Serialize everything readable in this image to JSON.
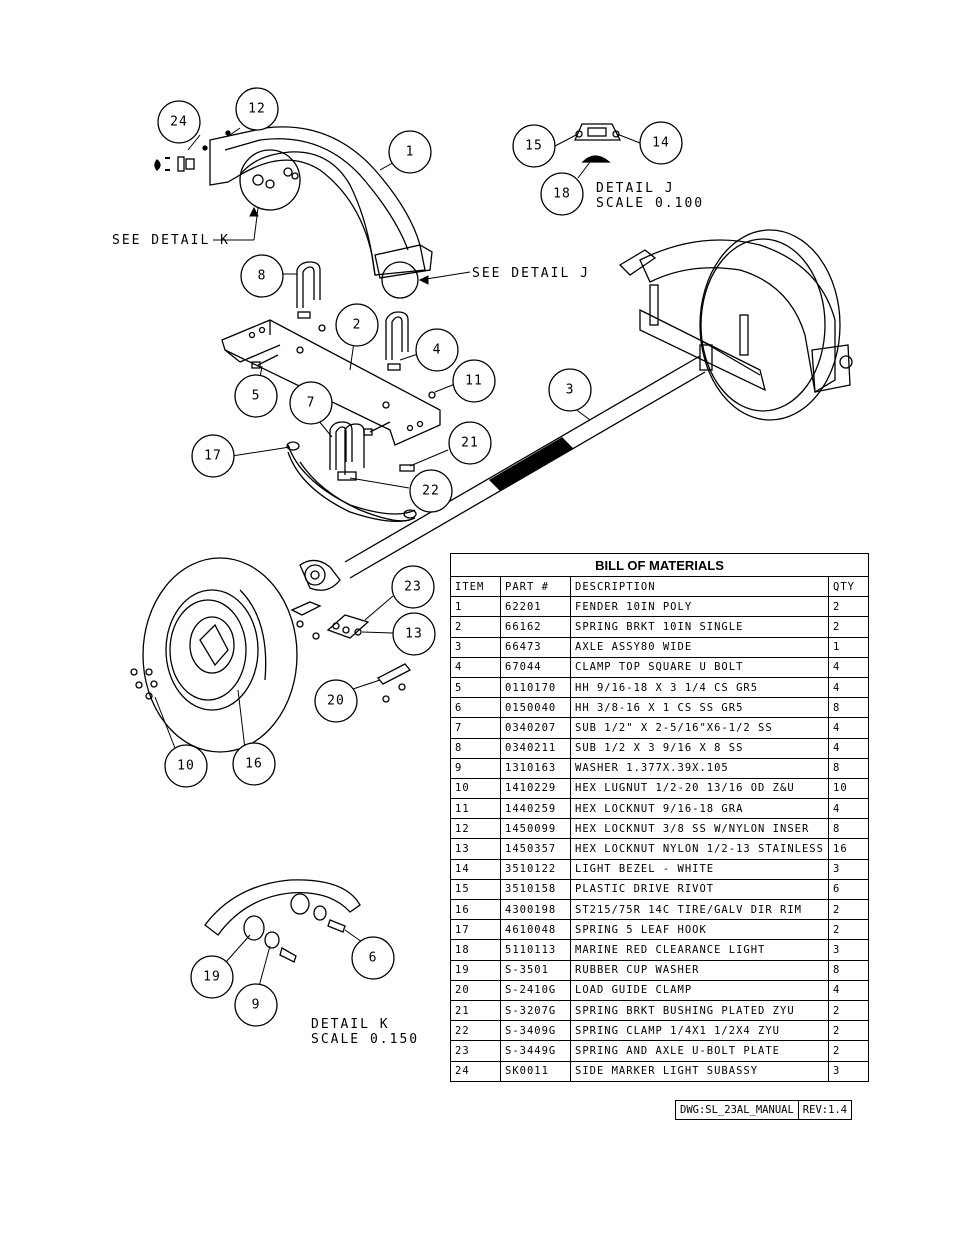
{
  "labels": {
    "see_detail_k": "SEE DETAIL  K",
    "see_detail_j": "SEE DETAIL  J",
    "detail_j_title": "DETAIL  J",
    "detail_j_scale": "SCALE  0.100",
    "detail_k_title": "DETAIL  K",
    "detail_k_scale": "SCALE  0.150"
  },
  "balloons": [
    "24",
    "12",
    "1",
    "15",
    "14",
    "18",
    "8",
    "2",
    "4",
    "11",
    "5",
    "7",
    "3",
    "21",
    "17",
    "22",
    "23",
    "13",
    "20",
    "10",
    "16",
    "6",
    "19",
    "9"
  ],
  "bom": {
    "title": "BILL OF MATERIALS",
    "headers": [
      "ITEM",
      "PART #",
      "DESCRIPTION",
      "QTY"
    ],
    "rows": [
      [
        "1",
        "62201",
        "FENDER   10IN POLY",
        "2"
      ],
      [
        "2",
        "66162",
        "SPRING BRKT  10IN SINGLE",
        "2"
      ],
      [
        "3",
        "66473",
        "AXLE ASSY80 WIDE",
        "1"
      ],
      [
        "4",
        "67044",
        "CLAMP TOP SQUARE U BOLT",
        "4"
      ],
      [
        "5",
        "0110170",
        "HH 9/16-18 X 3 1/4 CS GR5",
        "4"
      ],
      [
        "6",
        "0150040",
        "HH 3/8-16 X 1 CS SS GR5",
        "8"
      ],
      [
        "7",
        "0340207",
        "SUB 1/2\" X 2-5/16\"X6-1/2 SS",
        "4"
      ],
      [
        "8",
        "0340211",
        "SUB 1/2 X 3 9/16 X 8 SS",
        "4"
      ],
      [
        "9",
        "1310163",
        "WASHER 1.377X.39X.105",
        "8"
      ],
      [
        "10",
        "1410229",
        "HEX LUGNUT 1/2-20 13/16 OD Z&U",
        "10"
      ],
      [
        "11",
        "1440259",
        "HEX LOCKNUT 9/16-18 GRA",
        "4"
      ],
      [
        "12",
        "1450099",
        "HEX LOCKNUT 3/8 SS W/NYLON INSER",
        "8"
      ],
      [
        "13",
        "1450357",
        "HEX LOCKNUT NYLON 1/2-13 STAINLESS",
        "16"
      ],
      [
        "14",
        "3510122",
        "LIGHT BEZEL - WHITE",
        "3"
      ],
      [
        "15",
        "3510158",
        "PLASTIC DRIVE RIVOT",
        "6"
      ],
      [
        "16",
        "4300198",
        "ST215/75R 14C TIRE/GALV DIR RIM",
        "2"
      ],
      [
        "17",
        "4610048",
        "SPRING  5 LEAF HOOK",
        "2"
      ],
      [
        "18",
        "5110113",
        "MARINE RED CLEARANCE LIGHT",
        "3"
      ],
      [
        "19",
        "S-3501",
        "RUBBER CUP WASHER",
        "8"
      ],
      [
        "20",
        "S-2410G",
        "LOAD GUIDE CLAMP",
        "4"
      ],
      [
        "21",
        "S-3207G",
        "SPRING BRKT BUSHING PLATED ZYU",
        "2"
      ],
      [
        "22",
        "S-3409G",
        "SPRING CLAMP   1/4X1 1/2X4  ZYU",
        "2"
      ],
      [
        "23",
        "S-3449G",
        "SPRING AND AXLE U-BOLT PLATE",
        "2"
      ],
      [
        "24",
        "SK0011",
        "SIDE MARKER LIGHT SUBASSY",
        "3"
      ]
    ]
  },
  "title_block": {
    "dwg": "DWG:SL_23AL_MANUAL",
    "rev": "REV:1.4"
  }
}
